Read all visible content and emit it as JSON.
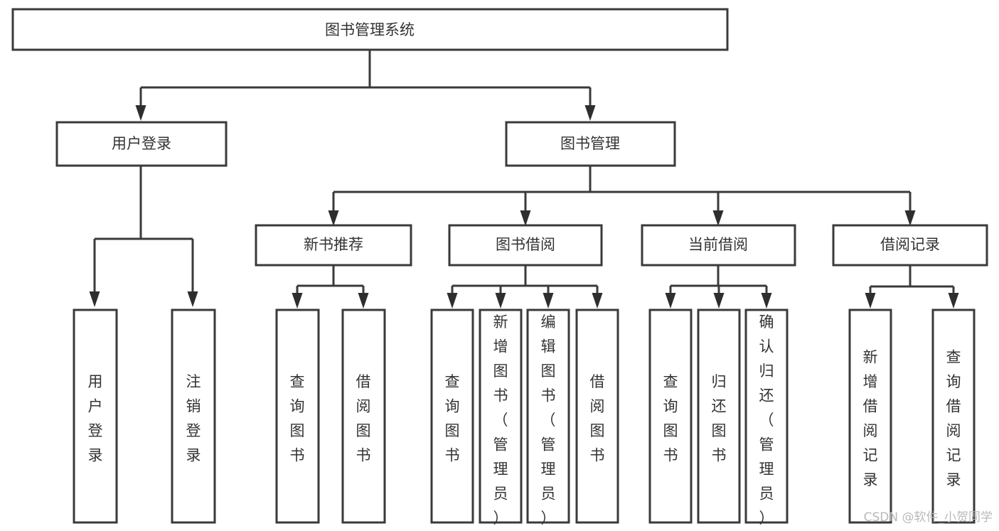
{
  "diagram": {
    "title": "图书管理系统",
    "type": "tree-hierarchy-chart",
    "root": {
      "id": "root",
      "label": "图书管理系统",
      "orientation": "horizontal"
    },
    "level2": [
      {
        "id": "user-login",
        "label": "用户登录",
        "orientation": "horizontal"
      },
      {
        "id": "book-manage",
        "label": "图书管理",
        "orientation": "horizontal"
      }
    ],
    "level3": [
      {
        "id": "new-book-recommend",
        "label": "新书推荐",
        "orientation": "horizontal",
        "parent": "book-manage"
      },
      {
        "id": "book-borrow",
        "label": "图书借阅",
        "orientation": "horizontal",
        "parent": "book-manage"
      },
      {
        "id": "current-borrow",
        "label": "当前借阅",
        "orientation": "horizontal",
        "parent": "book-manage"
      },
      {
        "id": "borrow-record",
        "label": "借阅记录",
        "orientation": "horizontal",
        "parent": "book-manage"
      }
    ],
    "leaves": [
      {
        "id": "leaf-user-login",
        "label": "用户登录",
        "orientation": "vertical",
        "parent": "user-login"
      },
      {
        "id": "leaf-user-logout",
        "label": "注销登录",
        "orientation": "vertical",
        "parent": "user-login"
      },
      {
        "id": "leaf-query-book-1",
        "label": "查询图书",
        "orientation": "vertical",
        "parent": "new-book-recommend"
      },
      {
        "id": "leaf-borrow-book-1",
        "label": "借阅图书",
        "orientation": "vertical",
        "parent": "new-book-recommend"
      },
      {
        "id": "leaf-query-book-2",
        "label": "查询图书",
        "orientation": "vertical",
        "parent": "book-borrow"
      },
      {
        "id": "leaf-add-book",
        "label": "新增图书（管理员）",
        "orientation": "vertical",
        "parent": "book-borrow"
      },
      {
        "id": "leaf-edit-book",
        "label": "编辑图书（管理员）",
        "orientation": "vertical",
        "parent": "book-borrow"
      },
      {
        "id": "leaf-borrow-book-2",
        "label": "借阅图书",
        "orientation": "vertical",
        "parent": "book-borrow"
      },
      {
        "id": "leaf-query-book-3",
        "label": "查询图书",
        "orientation": "vertical",
        "parent": "current-borrow"
      },
      {
        "id": "leaf-return-book",
        "label": "归还图书",
        "orientation": "vertical",
        "parent": "current-borrow"
      },
      {
        "id": "leaf-confirm-return",
        "label": "确认归还（管理员）",
        "orientation": "vertical",
        "parent": "current-borrow"
      },
      {
        "id": "leaf-add-record",
        "label": "新增借阅记录",
        "orientation": "vertical",
        "parent": "borrow-record"
      },
      {
        "id": "leaf-query-record",
        "label": "查询借阅记录",
        "orientation": "vertical",
        "parent": "borrow-record"
      }
    ]
  },
  "watermark": {
    "text": "CSDN @软件_小贺同学"
  },
  "colors": {
    "box_stroke": "#3a3a3a",
    "connector": "#3a3a3a",
    "text": "#333333",
    "background": "#ffffff",
    "watermark": "#b9b9b9"
  }
}
